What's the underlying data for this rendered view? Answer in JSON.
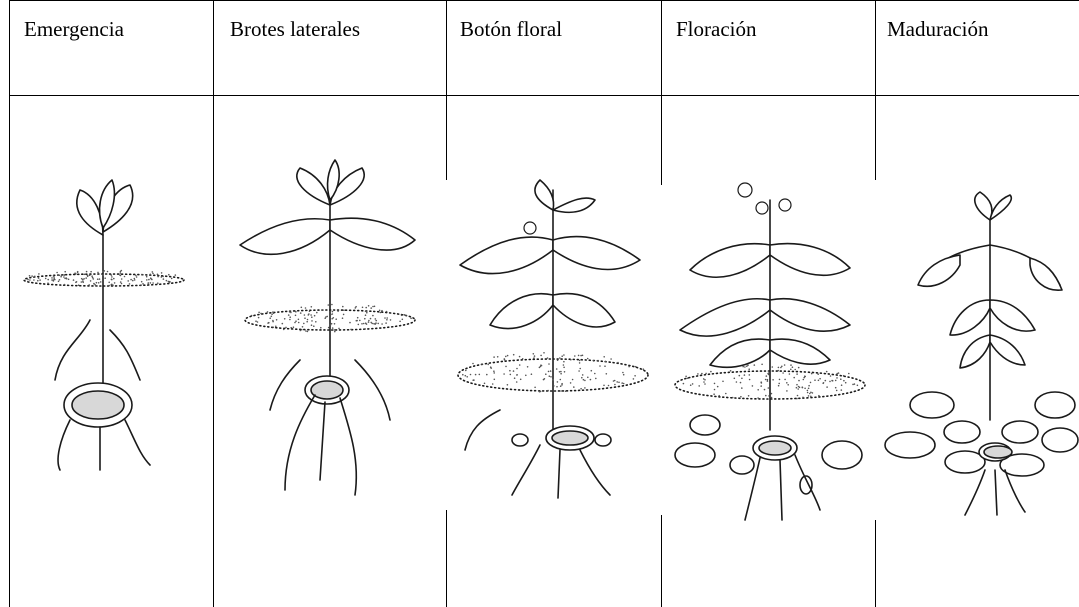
{
  "table": {
    "stages": [
      {
        "label": "Emergencia"
      },
      {
        "label": "Brotes laterales"
      },
      {
        "label": "Botón floral"
      },
      {
        "label": "Floración"
      },
      {
        "label": "Maduración"
      }
    ]
  }
}
